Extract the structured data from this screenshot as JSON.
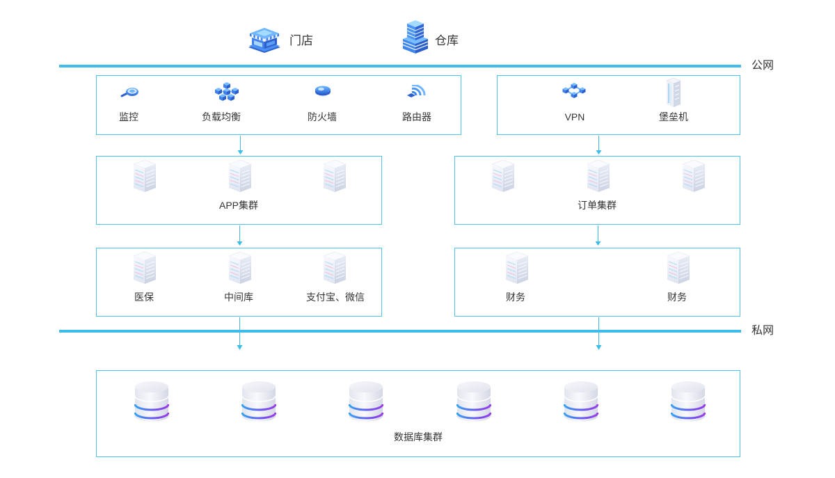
{
  "top_nodes": {
    "store": {
      "label": "门店",
      "icon": "store-icon"
    },
    "warehouse": {
      "label": "仓库",
      "icon": "warehouse-icon"
    }
  },
  "zones": {
    "public": "公网",
    "private": "私网"
  },
  "edge_services": {
    "items": [
      {
        "label": "监控",
        "icon": "monitor-icon"
      },
      {
        "label": "负载均衡",
        "icon": "load-balancer-icon"
      },
      {
        "label": "防火墙",
        "icon": "firewall-icon"
      },
      {
        "label": "路由器",
        "icon": "router-icon"
      }
    ]
  },
  "access_services": {
    "items": [
      {
        "label": "VPN",
        "icon": "vpn-icon"
      },
      {
        "label": "堡垒机",
        "icon": "bastion-host-icon"
      }
    ]
  },
  "app_cluster": {
    "label": "APP集群",
    "icon": "server-icon"
  },
  "order_cluster": {
    "label": "订单集群",
    "icon": "server-icon"
  },
  "integrations": {
    "items": [
      {
        "label": "医保",
        "icon": "server-icon"
      },
      {
        "label": "中间库",
        "icon": "server-icon"
      },
      {
        "label": "支付宝、微信",
        "icon": "server-icon"
      }
    ]
  },
  "finance": {
    "items": [
      {
        "label": "财务",
        "icon": "server-icon"
      },
      {
        "label": "财务",
        "icon": "server-icon"
      }
    ]
  },
  "database_cluster": {
    "label": "数据库集群",
    "icon": "database-icon"
  },
  "colors": {
    "network_line": "#3ebde8",
    "box_border": "#4fc4ea",
    "icon_blue": "#3f80ec",
    "db_stripe": "#6a5af0",
    "text": "#333333"
  }
}
